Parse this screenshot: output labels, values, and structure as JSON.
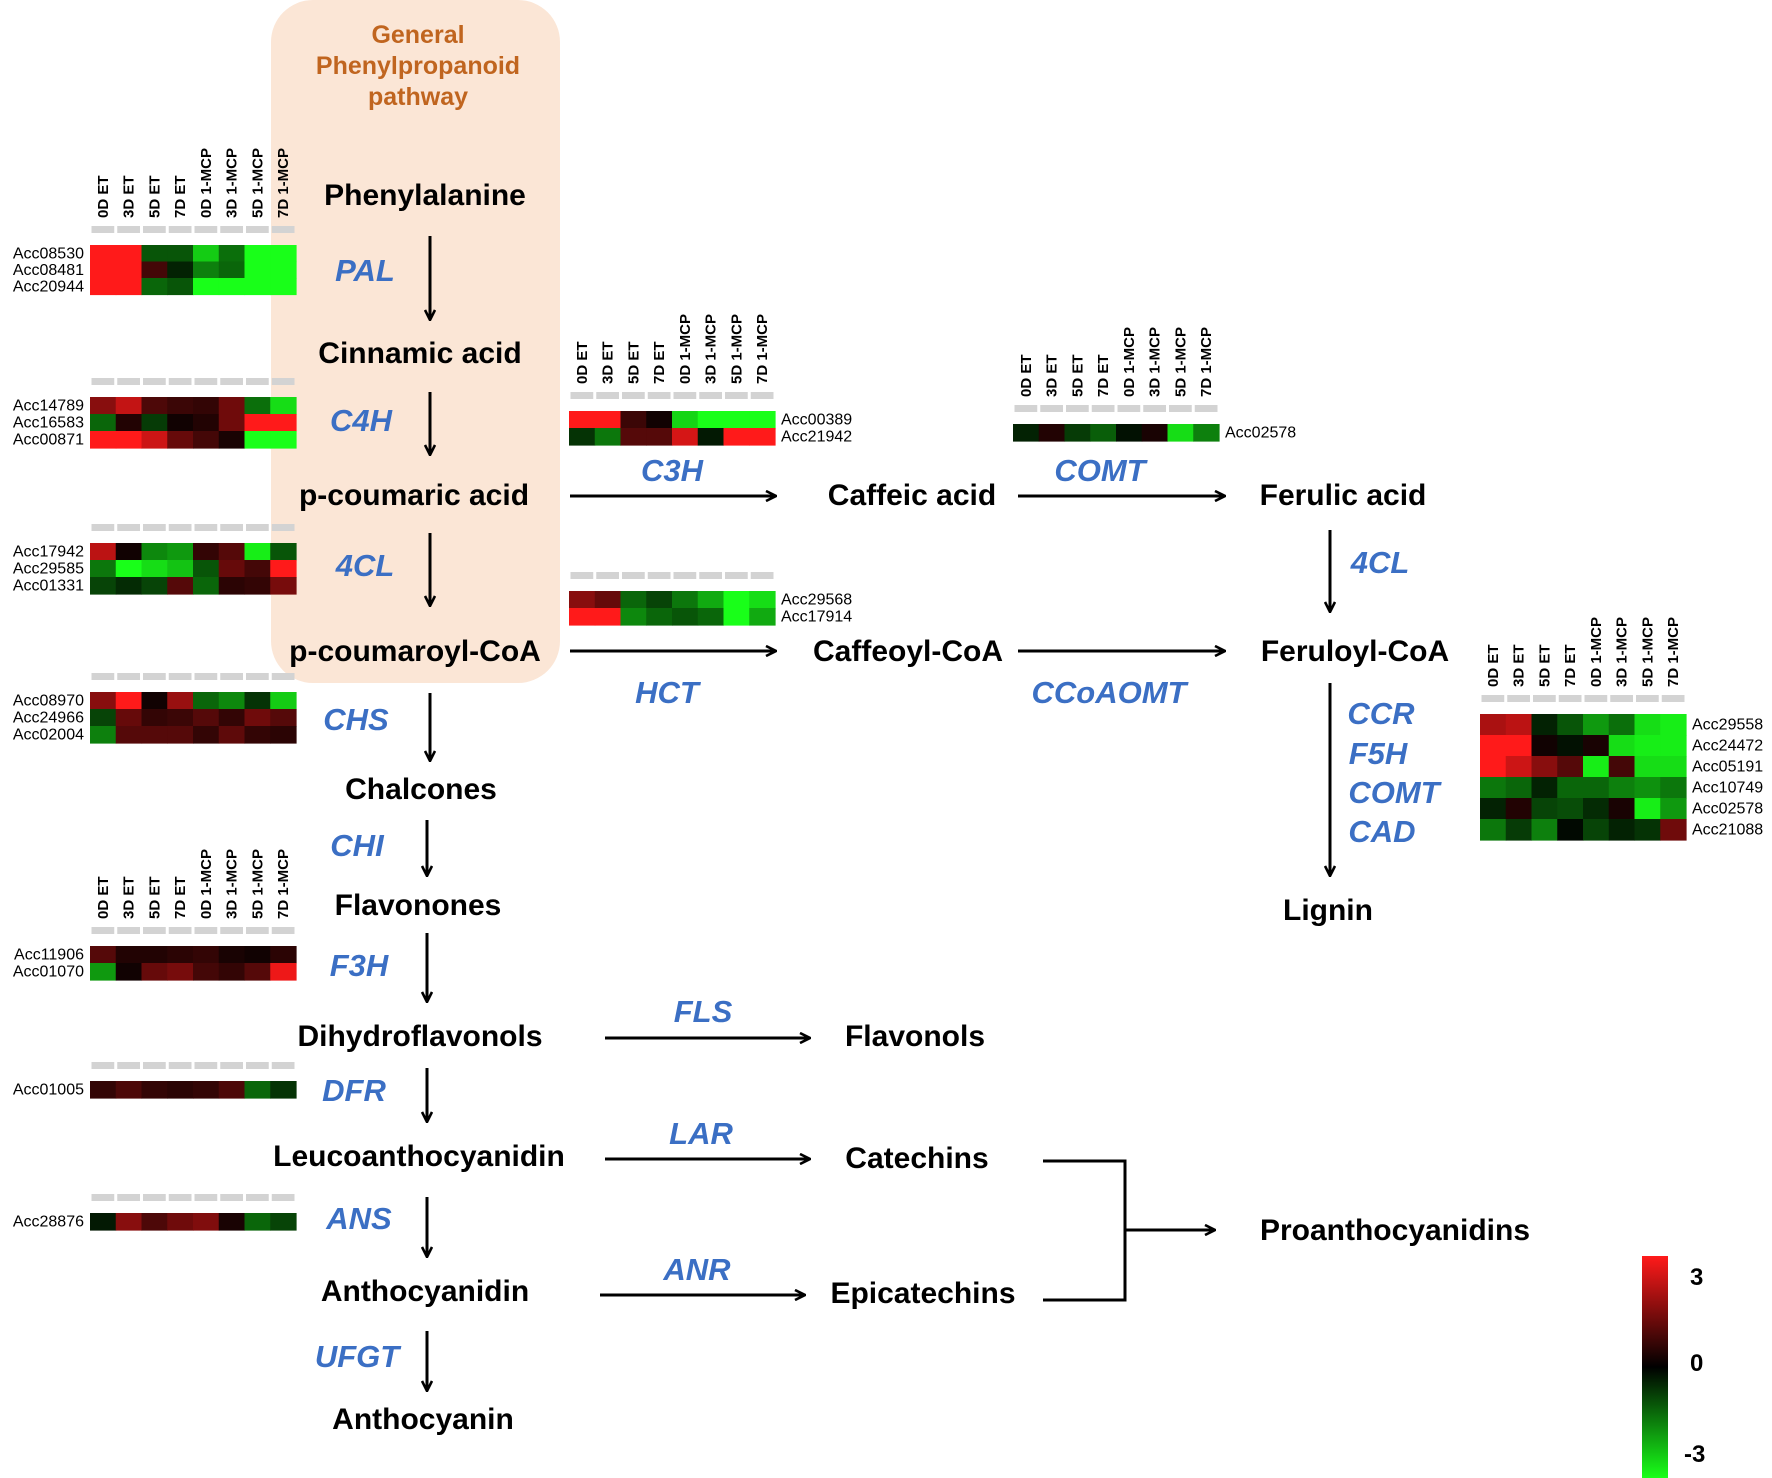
{
  "title": "General Phenylpropanoid pathway",
  "title_lines": [
    "General",
    "Phenylpropanoid",
    "pathway"
  ],
  "sample_columns": [
    "0D ET",
    "3D ET",
    "5D ET",
    "7D ET",
    "0D 1-MCP",
    "3D 1-MCP",
    "5D 1-MCP",
    "7D 1-MCP"
  ],
  "colors": {
    "panel": "#fbe6d6",
    "enzyme": "#3b6fc4",
    "title": "#c0651f",
    "high": "#ff1a1a",
    "zero": "#000000",
    "low": "#19ff19"
  },
  "compounds": [
    {
      "id": "phe",
      "label": "Phenylalanine"
    },
    {
      "id": "cin",
      "label": "Cinnamic acid"
    },
    {
      "id": "pcou",
      "label": "p-coumaric acid"
    },
    {
      "id": "pcoa",
      "label": "p-coumaroyl-CoA"
    },
    {
      "id": "chal",
      "label": "Chalcones"
    },
    {
      "id": "flavon",
      "label": "Flavonones"
    },
    {
      "id": "dihyd",
      "label": "Dihydroflavonols"
    },
    {
      "id": "leuco",
      "label": "Leucoanthocyanidin"
    },
    {
      "id": "antcy",
      "label": "Anthocyanidin"
    },
    {
      "id": "antcn",
      "label": "Anthocyanin"
    },
    {
      "id": "caf",
      "label": "Caffeic acid"
    },
    {
      "id": "fer",
      "label": "Ferulic acid"
    },
    {
      "id": "cafcoa",
      "label": "Caffeoyl-CoA"
    },
    {
      "id": "fercoa",
      "label": "Feruloyl-CoA"
    },
    {
      "id": "lignin",
      "label": "Lignin"
    },
    {
      "id": "flavonols",
      "label": "Flavonols"
    },
    {
      "id": "cat",
      "label": "Catechins"
    },
    {
      "id": "epi",
      "label": "Epicatechins"
    },
    {
      "id": "proan",
      "label": "Proanthocyanidins"
    }
  ],
  "enzymes": [
    {
      "id": "pal",
      "label": "PAL"
    },
    {
      "id": "c4h",
      "label": "C4H"
    },
    {
      "id": "4cl1",
      "label": "4CL"
    },
    {
      "id": "chs",
      "label": "CHS"
    },
    {
      "id": "chi",
      "label": "CHI"
    },
    {
      "id": "f3h",
      "label": "F3H"
    },
    {
      "id": "dfr",
      "label": "DFR"
    },
    {
      "id": "ans",
      "label": "ANS"
    },
    {
      "id": "ufgt",
      "label": "UFGT"
    },
    {
      "id": "c3h",
      "label": "C3H"
    },
    {
      "id": "comt1",
      "label": "COMT"
    },
    {
      "id": "4cl2",
      "label": "4CL"
    },
    {
      "id": "hct",
      "label": "HCT"
    },
    {
      "id": "ccoaomt",
      "label": "CCoAOMT"
    },
    {
      "id": "ccr",
      "label": "CCR"
    },
    {
      "id": "f5h",
      "label": "F5H"
    },
    {
      "id": "comt2",
      "label": "COMT"
    },
    {
      "id": "cad",
      "label": "CAD"
    },
    {
      "id": "fls",
      "label": "FLS"
    },
    {
      "id": "lar",
      "label": "LAR"
    },
    {
      "id": "anr",
      "label": "ANR"
    }
  ],
  "heatmaps": [
    {
      "id": "pal",
      "genes": [
        "Acc08530",
        "Acc08481",
        "Acc20944"
      ],
      "values": [
        [
          3,
          3,
          -1,
          -1,
          -2.4,
          -1.3,
          -3,
          -3
        ],
        [
          3,
          3,
          0.8,
          -0.4,
          -1.5,
          -1.2,
          -3,
          -3
        ],
        [
          3,
          3,
          -1.2,
          -1,
          -3,
          -3,
          -3,
          -3
        ]
      ]
    },
    {
      "id": "c4h",
      "genes": [
        "Acc14789",
        "Acc16583",
        "Acc00871"
      ],
      "values": [
        [
          1.6,
          2.3,
          0.9,
          0.7,
          0.6,
          1.3,
          -1.3,
          -2.6
        ],
        [
          -1.2,
          0.4,
          -0.7,
          0.2,
          0.4,
          1.3,
          3,
          3
        ],
        [
          3,
          3,
          2.4,
          1.2,
          0.8,
          0.3,
          -3,
          -3
        ]
      ]
    },
    {
      "id": "4cl1",
      "genes": [
        "Acc17942",
        "Acc29585",
        "Acc01331"
      ],
      "values": [
        [
          2.2,
          0.2,
          -1.6,
          -1.8,
          0.6,
          1,
          -2.8,
          -1
        ],
        [
          -1.4,
          -3,
          -2.6,
          -2.3,
          -1,
          1.2,
          0.8,
          3
        ],
        [
          -0.8,
          -0.5,
          -0.8,
          1,
          -1.2,
          0.5,
          0.6,
          1.4
        ]
      ]
    },
    {
      "id": "c3h",
      "genes": [
        "Acc00389",
        "Acc21942"
      ],
      "values": [
        [
          3,
          3,
          0.7,
          0.2,
          -2.5,
          -3,
          -3,
          -3
        ],
        [
          -0.6,
          -1.4,
          1,
          1,
          2.5,
          -0.3,
          3,
          3
        ]
      ]
    },
    {
      "id": "comt1",
      "genes": [
        "Acc02578"
      ],
      "values": [
        [
          -0.4,
          0.4,
          -0.7,
          -1.1,
          -0.2,
          0.3,
          -2.6,
          -1.5
        ]
      ]
    },
    {
      "id": "hct",
      "genes": [
        "Acc29568",
        "Acc17914"
      ],
      "values": [
        [
          1.6,
          1.2,
          -1.2,
          -0.8,
          -1.4,
          -2,
          -3,
          -2.6
        ],
        [
          3,
          3,
          -1.6,
          -1.2,
          -1,
          -1.2,
          -3,
          -2
        ]
      ]
    },
    {
      "id": "chs",
      "genes": [
        "Acc08970",
        "Acc24966",
        "Acc02004"
      ],
      "values": [
        [
          1.6,
          3,
          0.2,
          1.8,
          -1.2,
          -1.6,
          -0.6,
          -2.4
        ],
        [
          -0.8,
          1.2,
          0.6,
          0.7,
          1,
          0.6,
          1.3,
          1
        ],
        [
          -1.5,
          1,
          1,
          1,
          0.6,
          1.1,
          0.6,
          0.5
        ]
      ]
    },
    {
      "id": "f3h",
      "genes": [
        "Acc11906",
        "Acc01070"
      ],
      "values": [
        [
          1,
          0.4,
          0.4,
          0.5,
          0.6,
          0.3,
          0.2,
          0.5
        ],
        [
          -1.8,
          0.2,
          1.2,
          1.4,
          0.8,
          0.6,
          1,
          2.8
        ]
      ]
    },
    {
      "id": "dfr",
      "genes": [
        "Acc01005"
      ],
      "values": [
        [
          0.6,
          0.9,
          0.6,
          0.5,
          0.6,
          0.9,
          -1.2,
          -0.6
        ]
      ]
    },
    {
      "id": "ans",
      "genes": [
        "Acc28876"
      ],
      "values": [
        [
          -0.3,
          1.6,
          0.9,
          1.3,
          1.5,
          0.3,
          -1.2,
          -0.8
        ]
      ]
    },
    {
      "id": "lignin",
      "genes": [
        "Acc29558",
        "Acc24472",
        "Acc05191",
        "Acc10749",
        "Acc02578",
        "Acc21088"
      ],
      "values": [
        [
          2,
          2.2,
          -0.4,
          -1,
          -1.8,
          -1.3,
          -2.6,
          -2.8
        ],
        [
          3,
          3,
          0.2,
          -0.2,
          0.3,
          -2.6,
          -2.8,
          -2.8
        ],
        [
          3,
          2.4,
          1.6,
          1,
          -2.8,
          0.8,
          -2.6,
          -2.6
        ],
        [
          -1.4,
          -1.2,
          -0.4,
          -1.2,
          -1.2,
          -1.5,
          -1.7,
          -1.4
        ],
        [
          -0.4,
          0.4,
          -0.8,
          -0.9,
          -0.5,
          0.3,
          -2.8,
          -1.8
        ],
        [
          -1.4,
          -0.7,
          -1.5,
          -0.1,
          -0.8,
          -0.4,
          -0.6,
          1.3
        ]
      ]
    }
  ],
  "legend": {
    "max": 3,
    "mid": 0,
    "min": -3,
    "max_label": "3",
    "mid_label": "0",
    "min_label": "-3"
  }
}
